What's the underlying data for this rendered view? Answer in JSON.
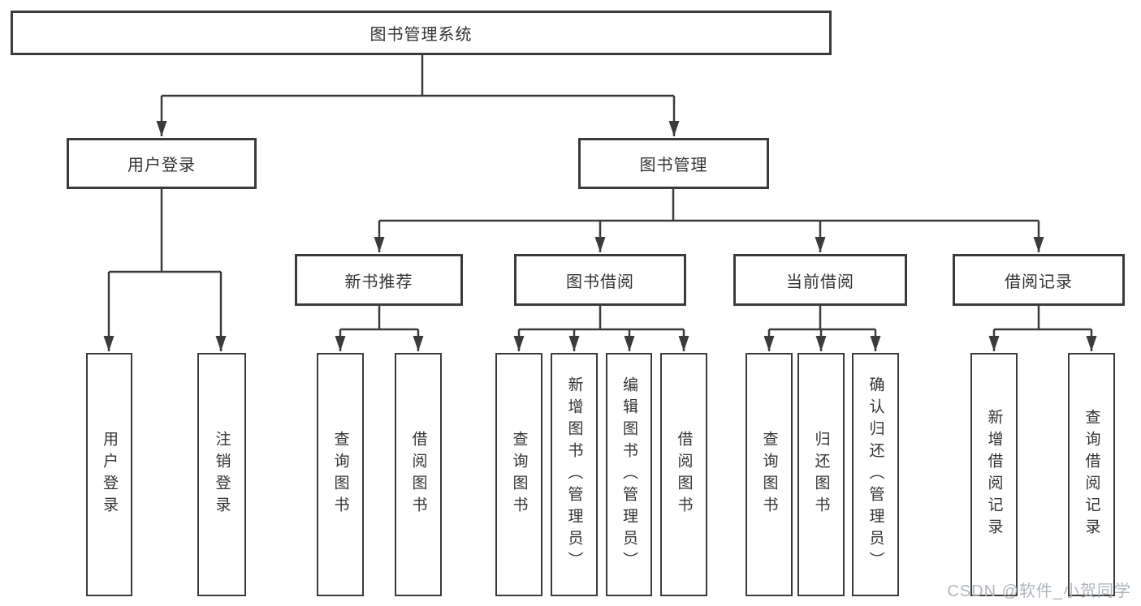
{
  "diagram": {
    "root": "图书管理系统",
    "level2": {
      "user_login": "用户登录",
      "book_management": "图书管理"
    },
    "level3": {
      "new_book_recommend": "新书推荐",
      "book_borrowing": "图书借阅",
      "current_borrowing": "当前借阅",
      "borrowing_records": "借阅记录"
    },
    "leaves": {
      "user_login": [
        "用户登录",
        "注销登录"
      ],
      "new_book_recommend": [
        "查询图书",
        "借阅图书"
      ],
      "book_borrowing": [
        "查询图书",
        "新增图书（管理员）",
        "编辑图书（管理员）",
        "借阅图书"
      ],
      "current_borrowing": [
        "查询图书",
        "归还图书",
        "确认归还（管理员）"
      ],
      "borrowing_records": [
        "新增借阅记录",
        "查询借阅记录"
      ]
    }
  },
  "watermark": "CSDN @软件_小贺同学",
  "colors": {
    "line": "#3b3b3b",
    "text": "#333333",
    "box_background": "#ffffff",
    "watermark": "#acb2b8"
  }
}
